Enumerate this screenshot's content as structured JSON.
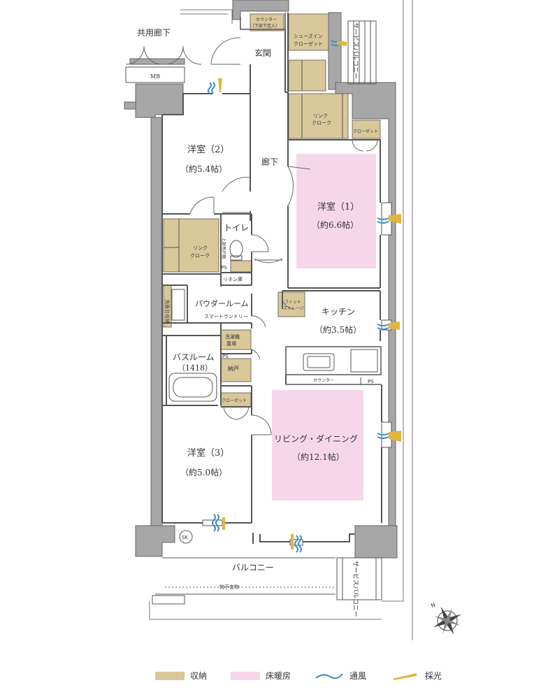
{
  "colors": {
    "storage": "#d9c89a",
    "floor_heating": "#f6d7ea",
    "wall": "#a7a7a7",
    "line": "#555555",
    "ventilation": "#3f8fc9",
    "daylight": "#e3b440"
  },
  "rooms": {
    "common_corridor": "共用廊下",
    "mb": "MB",
    "entrance": "玄関",
    "counter_entrance": "カウンター",
    "counter_entrance_sub": "（下部下足入）",
    "shoes_in_closet_1": "シューズイン",
    "shoes_in_closet_2": "クローゼット",
    "service_balcony_top": "サービスバルコニー",
    "hallway": "廊下",
    "walk_closet_1": "リンク",
    "walk_closet_2": "クローク",
    "closet_small": "クローゼット",
    "western2": "洋室（2）",
    "western2_size": "（約5.4帖）",
    "western1": "洋室（1）",
    "western1_size": "（約6.6帖）",
    "toilet": "トイレ",
    "toilet_shelf": "上部吊戸棚",
    "ps": "PS",
    "linen": "リネン庫",
    "powder_room": "パウダールーム",
    "smart_laundry": "スマートランドリー",
    "washbasin_storage": "洗面台収納",
    "fit_storage_1": "フィット",
    "fit_storage_2": "ストレージ",
    "kitchen": "キッチン",
    "kitchen_size": "（約3.5帖）",
    "laundry_storage_1": "洗濯機",
    "laundry_storage_2": "置場",
    "bathroom": "バスルーム",
    "bathroom_size": "（1418）",
    "nando": "納戸",
    "counter_kitchen": "カウンター",
    "closet_bottom": "クローゼット",
    "living": "リビング・ダイニング",
    "living_size": "（約12.1帖）",
    "western3": "洋室（3）",
    "western3_size": "（約5.0帖）",
    "sk": "SK",
    "balcony": "バルコニー",
    "drying_rack": "物干金物",
    "service_balcony_bottom": "サービスバルコニー"
  },
  "compass": "N",
  "legend": {
    "storage": "収納",
    "floor_heating": "床暖房",
    "ventilation": "通風",
    "daylight": "採光"
  }
}
